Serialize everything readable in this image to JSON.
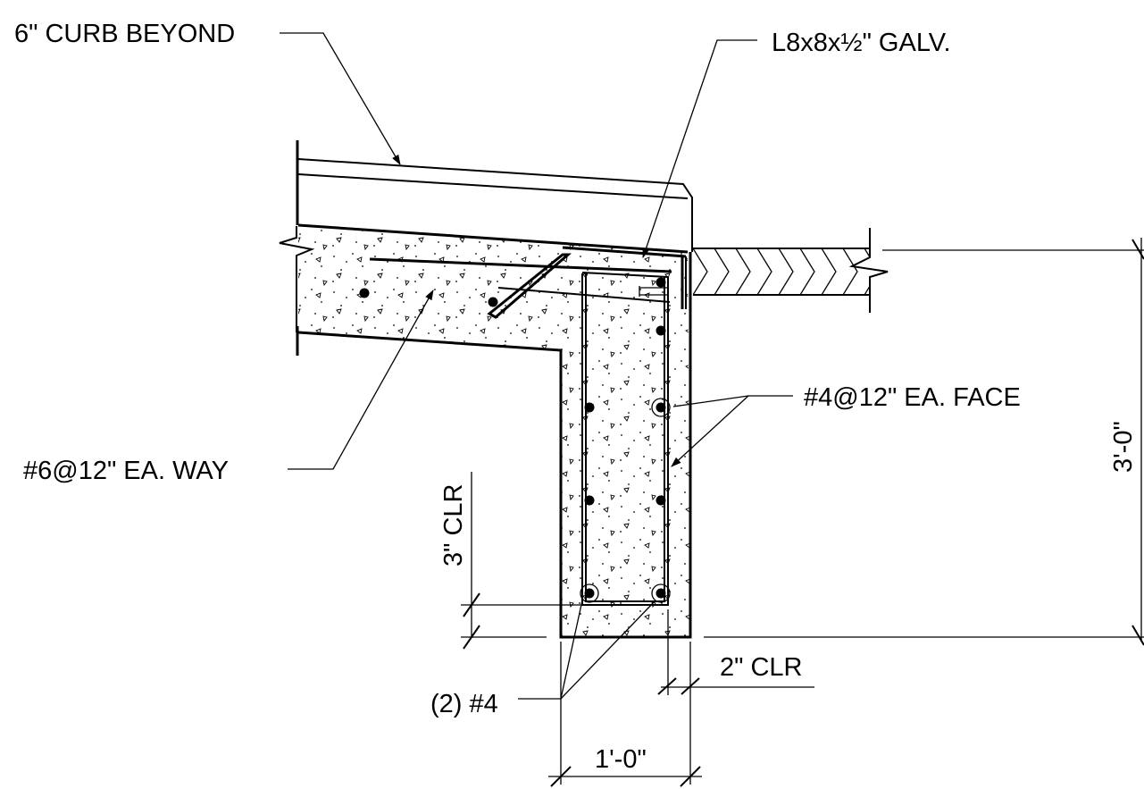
{
  "callouts": {
    "curb": "6\" CURB BEYOND",
    "angle": "L8x8x½\" GALV.",
    "slab_rebar": "#6@12\" EA. WAY",
    "wall_rebar": "#4@12\" EA. FACE",
    "bottom_bars": "(2) #4"
  },
  "dimensions": {
    "bottom_clear": "3\" CLR",
    "side_clear": "2\" CLR",
    "width": "1'-0\"",
    "depth": "3'-0\""
  }
}
